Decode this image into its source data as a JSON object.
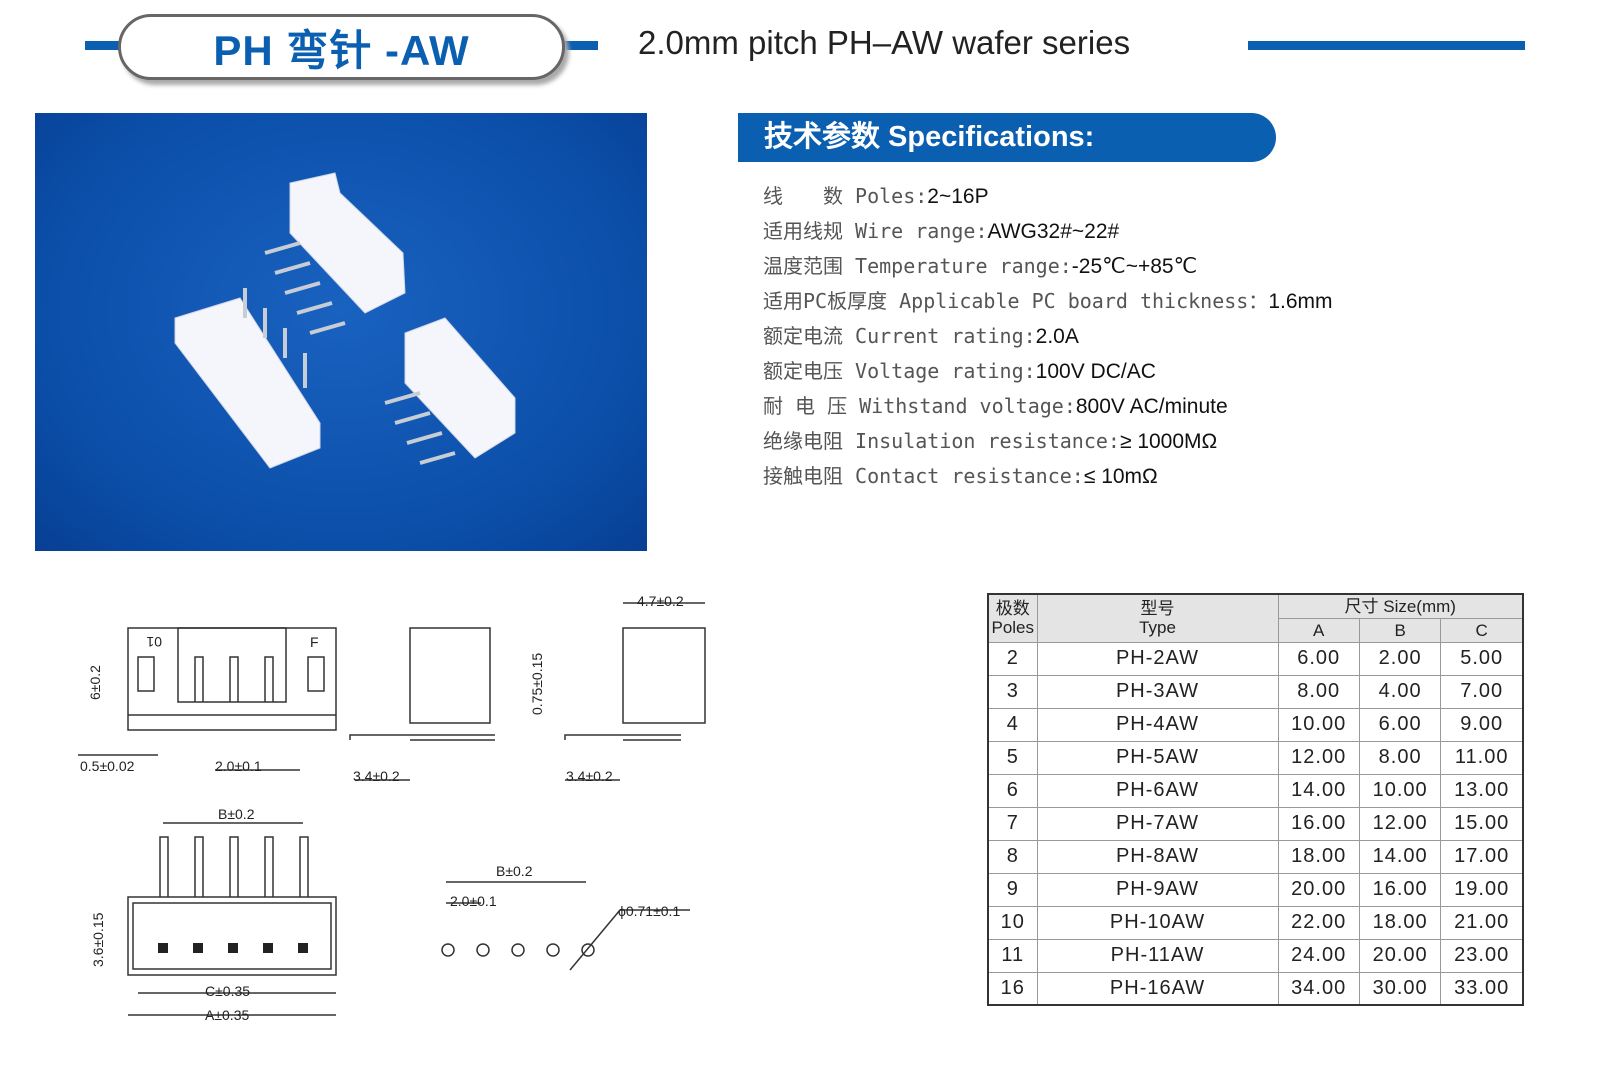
{
  "header": {
    "title": "PH 弯针 -AW",
    "subtitle": "2.0mm pitch PH–AW wafer series"
  },
  "colors": {
    "brand_blue": "#0a5fb0",
    "photo_bg": "#0a4ea8"
  },
  "specs": {
    "title": "技术参数 Specifications:",
    "items": [
      {
        "label": "线　　数 Poles:",
        "value": "2~16P"
      },
      {
        "label": "适用线规 Wire range:",
        "value": "AWG32#~22#"
      },
      {
        "label": "温度范围 Temperature range:",
        "value": "-25℃~+85℃"
      },
      {
        "label": "适用PC板厚度 Applicable PC board thickness：",
        "value": "1.6mm"
      },
      {
        "label": "额定电流 Current rating:",
        "value": "2.0A"
      },
      {
        "label": "额定电压 Voltage rating:",
        "value": "100V DC/AC"
      },
      {
        "label": "耐 电 压 Withstand voltage:",
        "value": "800V AC/minute"
      },
      {
        "label": "绝缘电阻 Insulation resistance:",
        "value": "≥ 1000MΩ"
      },
      {
        "label": "接触电阻 Contact resistance:",
        "value": "≤ 10mΩ"
      }
    ]
  },
  "drawing": {
    "dims": {
      "d1": "6±0.2",
      "d2": "0.5±0.02",
      "d3": "2.0±0.1",
      "d4": "3.4±0.2",
      "d5": "4.7±0.2",
      "d6": "0.75±0.15",
      "d7": "3.4±0.2",
      "d8": "B±0.2",
      "d9": "3.6±0.15",
      "d10": "C±0.35",
      "d11": "A±0.35",
      "d12": "B±0.2",
      "d13": "2.0±0.1",
      "d14": "ϕ0.71±0.1",
      "mark1": "01",
      "mark2": "F"
    }
  },
  "table": {
    "h_poles_cn": "极数",
    "h_poles_en": "Poles",
    "h_type_cn": "型号",
    "h_type_en": "Type",
    "h_size": "尺寸 Size(mm)",
    "h_a": "A",
    "h_b": "B",
    "h_c": "C",
    "rows": [
      [
        "2",
        "PH-2AW",
        "6.00",
        "2.00",
        "5.00"
      ],
      [
        "3",
        "PH-3AW",
        "8.00",
        "4.00",
        "7.00"
      ],
      [
        "4",
        "PH-4AW",
        "10.00",
        "6.00",
        "9.00"
      ],
      [
        "5",
        "PH-5AW",
        "12.00",
        "8.00",
        "11.00"
      ],
      [
        "6",
        "PH-6AW",
        "14.00",
        "10.00",
        "13.00"
      ],
      [
        "7",
        "PH-7AW",
        "16.00",
        "12.00",
        "15.00"
      ],
      [
        "8",
        "PH-8AW",
        "18.00",
        "14.00",
        "17.00"
      ],
      [
        "9",
        "PH-9AW",
        "20.00",
        "16.00",
        "19.00"
      ],
      [
        "10",
        "PH-10AW",
        "22.00",
        "18.00",
        "21.00"
      ],
      [
        "11",
        "PH-11AW",
        "24.00",
        "20.00",
        "23.00"
      ],
      [
        "16",
        "PH-16AW",
        "34.00",
        "30.00",
        "33.00"
      ]
    ]
  }
}
